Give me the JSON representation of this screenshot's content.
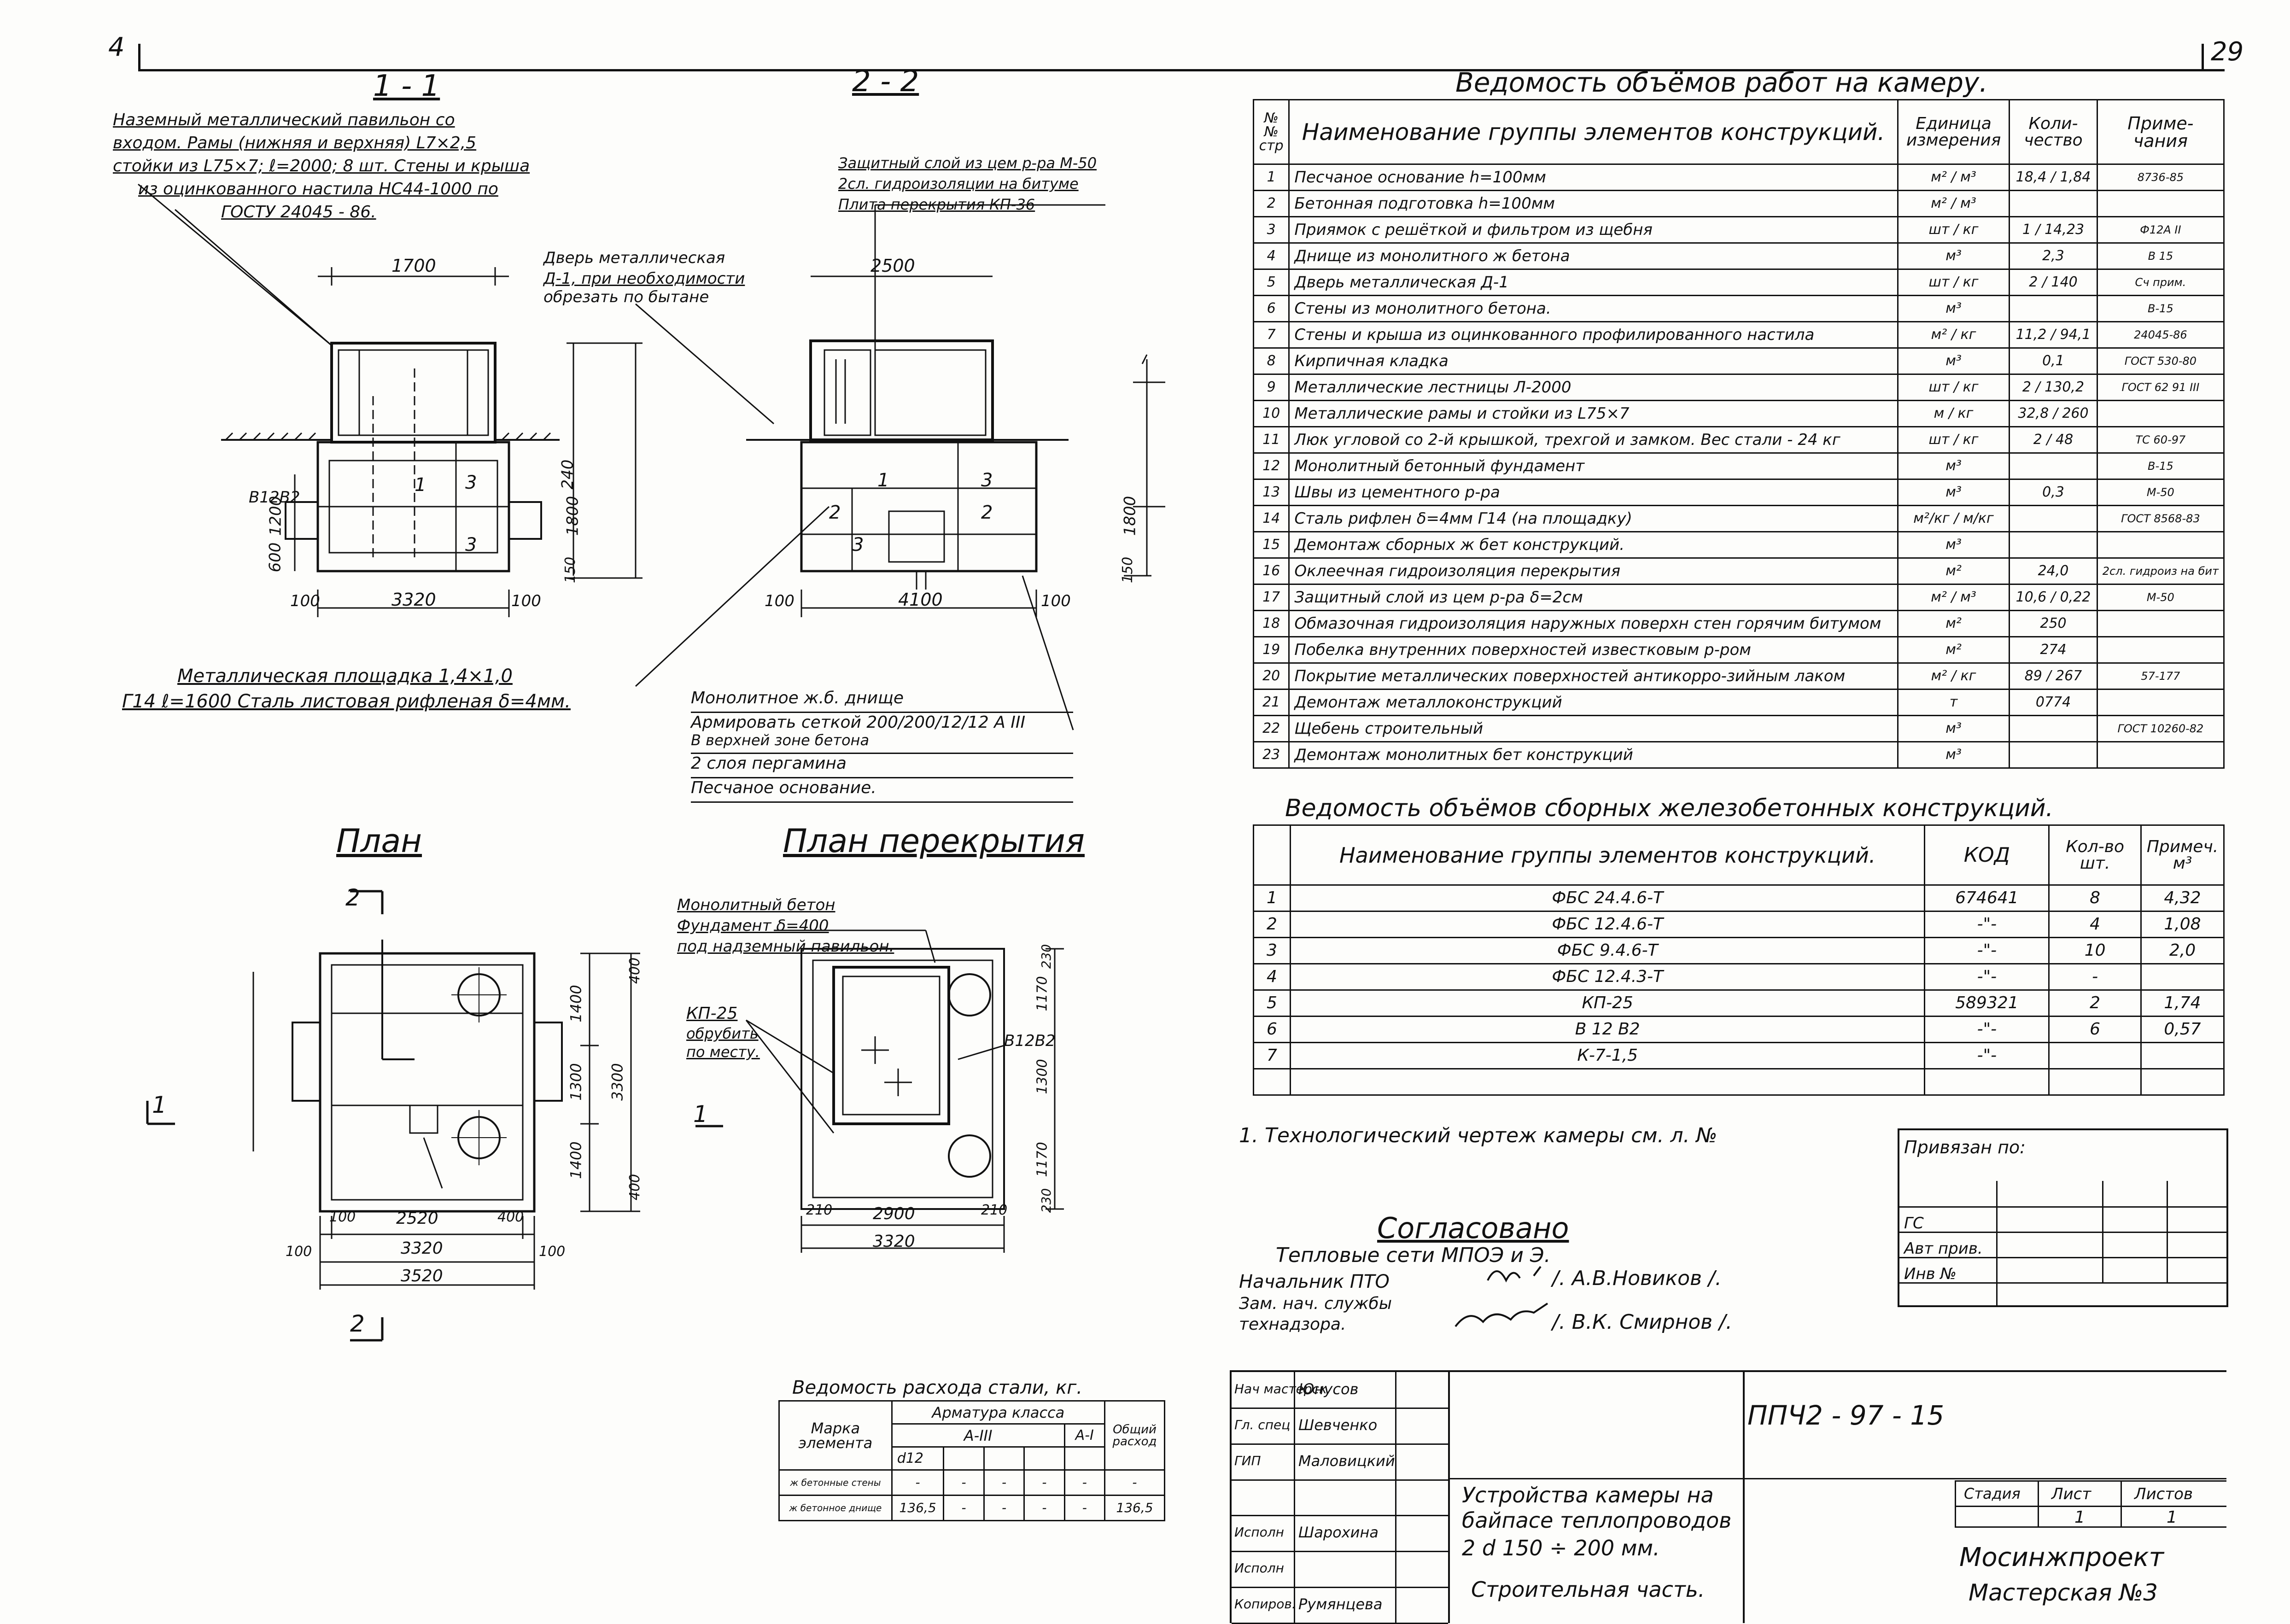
{
  "sheet": {
    "corner_left": "4",
    "corner_right": "29"
  },
  "section_titles": {
    "s11": "1 - 1",
    "s22": "2 - 2",
    "plan": "План",
    "plan_cover": "План перекрытия"
  },
  "notes_11": {
    "n1": "Наземный металлический павильон со",
    "n2": "входом. Рамы (нижняя и верхняя) L7×2,5",
    "n3": "стойки из L75×7; ℓ=2000; 8 шт. Стены и крыша",
    "n4": "из оцинкованного настила НС44-1000 по",
    "n5": "ГОСТУ 24045 - 86.",
    "door1": "Дверь металлическая",
    "door2": "Д-1, при необходимости",
    "door3": "обрезать по бытане",
    "platform1": "Металлическая площадка 1,4×1,0",
    "platform2": "Г14 ℓ=1600 Сталь листовая рифленая δ=4мм."
  },
  "notes_22": {
    "n1": "Защитный слой из цем р-ра М-50",
    "n2": "2сл. гидроизоляции на битуме",
    "n3": "Плита перекрытия КП-36"
  },
  "bottom_notes": {
    "l1": "Монолитное ж.б. днище",
    "l2": "Армировать сеткой 200/200/12/12 А III",
    "l3": "В верхней зоне бетона",
    "l4": "2 слоя пергамина",
    "l5": "Песчаное основание."
  },
  "dims_11": {
    "w_top": "1700",
    "h1": "1200",
    "h2": "600",
    "h3": "240",
    "h4": "1800",
    "h5": "150",
    "w_bottom": "3320",
    "w_left": "100",
    "w_right": "100",
    "elem": "В12В2",
    "m1": "1",
    "m3": "3"
  },
  "dims_22": {
    "w_top": "2500",
    "h1": "1800",
    "h2": "150",
    "w_bottom": "4100",
    "w_left": "100",
    "w_right": "100",
    "m1": "1",
    "m2": "2",
    "m3": "3"
  },
  "plan_dims": {
    "w1": "2520",
    "w2": "3320",
    "w3": "3520",
    "side_l": "100",
    "side_r": "400",
    "h1": "1400",
    "h2": "1300",
    "h3": "1400",
    "h4": "400",
    "h5": "400",
    "htot": "3300",
    "hb": "100",
    "cut1": "1",
    "cut2": "2"
  },
  "cover_dims": {
    "note1": "Монолитный бетон",
    "note2": "Фундамент δ=400",
    "note3": "под надземный павильон.",
    "kp1": "КП-25",
    "kp2": "обрубить",
    "kp3": "по месту.",
    "elem": "В12В2",
    "w1": "2900",
    "w2": "3320",
    "e1": "210",
    "e2": "210",
    "v1": "1170",
    "v2": "230",
    "v3": "1300",
    "v4": "1170",
    "v5": "230",
    "cut": "1"
  },
  "works_table": {
    "title": "Ведомость объёмов работ на камеру.",
    "headers": [
      "№№ стр",
      "Наименование группы элементов конструкций.",
      "Единица измерения",
      "Коли-чество",
      "Приме-чания"
    ],
    "rows": [
      [
        "1",
        "Песчаное основание h=100мм",
        "м² / м³",
        "18,4 / 1,84",
        "8736-85"
      ],
      [
        "2",
        "Бетонная подготовка h=100мм",
        "м² / м³",
        "",
        ""
      ],
      [
        "3",
        "Приямок с решёткой и фильтром из щебня",
        "шт / кг",
        "1 / 14,23",
        "Ф12А II"
      ],
      [
        "4",
        "Днище из монолитного ж бетона",
        "м³",
        "2,3",
        "В 15"
      ],
      [
        "5",
        "Дверь металлическая Д-1",
        "шт / кг",
        "2 / 140",
        "Сч прим."
      ],
      [
        "6",
        "Стены из монолитного бетона.",
        "м³",
        "",
        "В-15"
      ],
      [
        "7",
        "Стены и крыша из оцинкованного профилированного настила",
        "м² / кг",
        "11,2 / 94,1",
        "24045-86"
      ],
      [
        "8",
        "Кирпичная кладка",
        "м³",
        "0,1",
        "ГОСТ 530-80"
      ],
      [
        "9",
        "Металлические лестницы Л-2000",
        "шт / кг",
        "2 / 130,2",
        "ГОСТ 62 91 III"
      ],
      [
        "10",
        "Металлические рамы и стойки из L75×7",
        "м / кг",
        "32,8 / 260",
        ""
      ],
      [
        "11",
        "Люк угловой со 2-й крышкой, трехгой и замком. Вес стали - 24 кг",
        "шт / кг",
        "2 / 48",
        "ТС 60-97"
      ],
      [
        "12",
        "Монолитный бетонный фундамент",
        "м³",
        "",
        "В-15"
      ],
      [
        "13",
        "Швы из цементного р-ра",
        "м³",
        "0,3",
        "М-50"
      ],
      [
        "14",
        "Сталь рифлен δ=4мм Г14 (на площадку)",
        "м²/кг / м/кг",
        "",
        "ГОСТ 8568-83"
      ],
      [
        "15",
        "Демонтаж сборных ж бет конструкций.",
        "м³",
        "",
        ""
      ],
      [
        "16",
        "Оклеечная гидроизоляция перекрытия",
        "м²",
        "24,0",
        "2сл. гидроиз на бит"
      ],
      [
        "17",
        "Защитный слой из цем р-ра δ=2см",
        "м² / м³",
        "10,6 / 0,22",
        "М-50"
      ],
      [
        "18",
        "Обмазочная гидроизоляция наружных поверхн стен горячим битумом",
        "м²",
        "250",
        ""
      ],
      [
        "19",
        "Побелка внутренних поверхностей известковым р-ром",
        "м²",
        "274",
        ""
      ],
      [
        "20",
        "Покрытие металлических поверхностей антикорро-зийным лаком",
        "м² / кг",
        "89 / 267",
        "57-177"
      ],
      [
        "21",
        "Демонтаж металлоконструкций",
        "т",
        "0774",
        ""
      ],
      [
        "22",
        "Щебень строительный",
        "м³",
        "",
        "ГОСТ 10260-82"
      ],
      [
        "23",
        "Демонтаж монолитных бет конструкций",
        "м³",
        "",
        ""
      ]
    ]
  },
  "precast_table": {
    "title": "Ведомость объёмов сборных железобетонных конструкций.",
    "headers": [
      "",
      "Наименование группы элементов конструкций.",
      "КОД",
      "Кол-во шт.",
      "Примеч. м³"
    ],
    "rows": [
      [
        "1",
        "ФБС 24.4.6-Т",
        "674641",
        "8",
        "4,32"
      ],
      [
        "2",
        "ФБС 12.4.6-Т",
        "-\"-",
        "4",
        "1,08"
      ],
      [
        "3",
        "ФБС 9.4.6-Т",
        "-\"-",
        "10",
        "2,0"
      ],
      [
        "4",
        "ФБС 12.4.3-Т",
        "-\"-",
        "-",
        ""
      ],
      [
        "5",
        "КП-25",
        "589321",
        "2",
        "1,74"
      ],
      [
        "6",
        "В 12 В2",
        "-\"-",
        "6",
        "0,57"
      ],
      [
        "7",
        "К-7-1,5",
        "-\"-",
        "",
        ""
      ],
      [
        "",
        "",
        "",
        "",
        ""
      ]
    ]
  },
  "footnote": "1. Технологический чертеж камеры см. л. №",
  "approval": {
    "title": "Согласовано",
    "org": "Тепловые сети МПОЭ и Э.",
    "pto1": "Начальник ПТО",
    "pto_name": "/. А.В.Новиков /.",
    "zam1": "Зам. нач. службы",
    "zam2": "технадзора.",
    "zam_name": "/. В.К. Смирнов /."
  },
  "binding": {
    "title": "Привязан по:",
    "r1": "ГС",
    "r2": "Авт прив.",
    "r3": "Инв №"
  },
  "steel_table": {
    "title": "Ведомость расхода стали, кг.",
    "h_mark": "Марка элемента",
    "h_arm": "Арматура класса",
    "h_a3": "А-III",
    "h_a1": "А-I",
    "h_total": "Общий расход",
    "h_d12": "d12",
    "rows": [
      [
        "ж бетонные стены",
        "-",
        "-",
        "-",
        "-",
        "-",
        "-"
      ],
      [
        "ж бетонное днище",
        "136,5",
        "-",
        "-",
        "-",
        "-",
        "136,5"
      ]
    ]
  },
  "title_block": {
    "doc_no": "ППЧ2 - 97 - 15",
    "desc1": "Устройства камеры на",
    "desc2": "байпасе теплопроводов",
    "desc3": "2 d 150 ÷ 200 мм.",
    "desc4": "Строительная часть.",
    "stage_h": "Стадия",
    "sheet_h": "Лист",
    "sheets_h": "Листов",
    "stage": "",
    "sheet": "1",
    "sheets": "1",
    "company": "Мосинжпроект",
    "workshop": "Мастерская №3",
    "people": [
      [
        "Нач мастерск",
        "Юнусов"
      ],
      [
        "Гл. спец",
        "Шевченко"
      ],
      [
        "ГИП",
        "Маловицкий"
      ],
      [
        "",
        ""
      ],
      [
        "Исполн",
        "Шарохина"
      ],
      [
        "Исполн",
        ""
      ],
      [
        "Копиров.",
        "Румянцева"
      ]
    ]
  }
}
